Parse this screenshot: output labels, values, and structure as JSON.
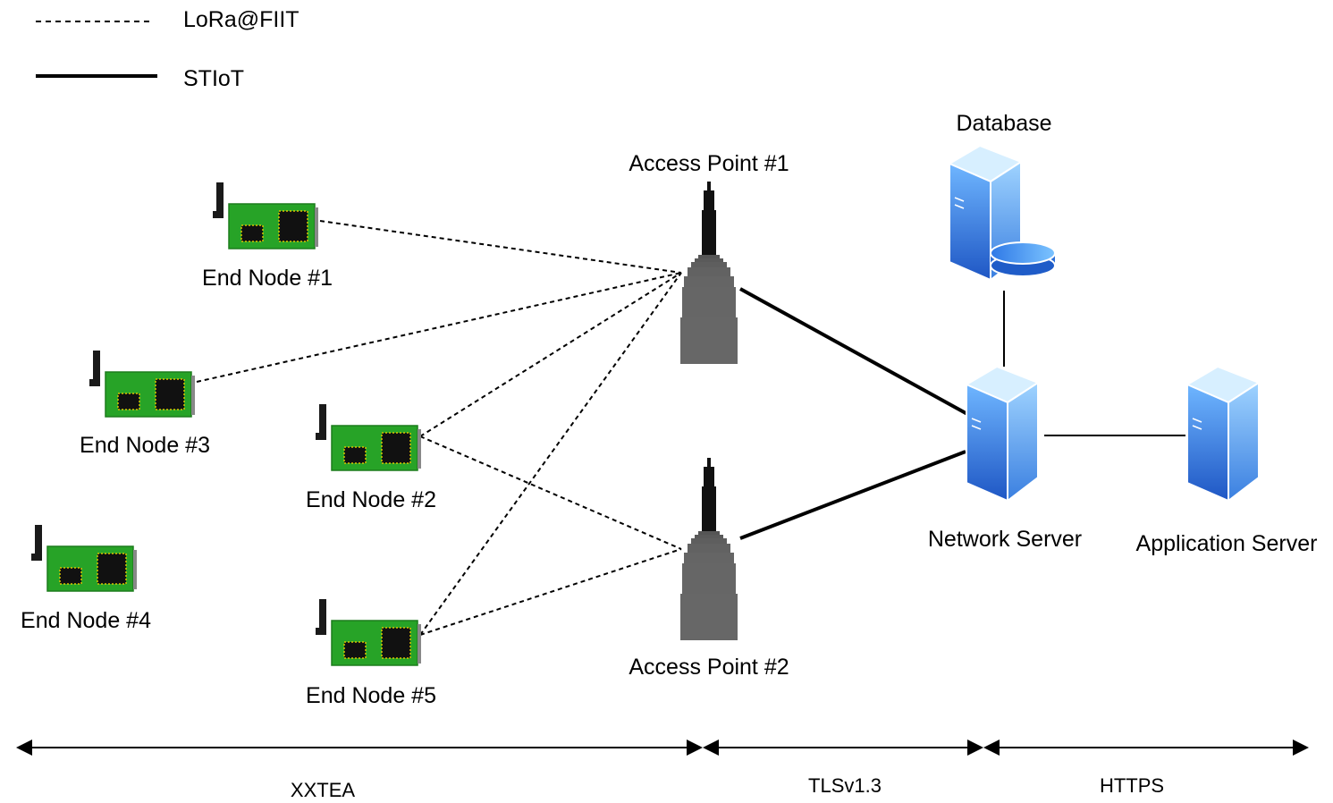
{
  "legend": {
    "dashed_label": "LoRa@FIIT",
    "solid_label": "STIoT"
  },
  "nodes": {
    "end_node_1": "End Node #1",
    "end_node_2": "End Node #2",
    "end_node_3": "End Node #3",
    "end_node_4": "End Node #4",
    "end_node_5": "End Node #5",
    "access_point_1": "Access Point #1",
    "access_point_2": "Access Point #2",
    "database": "Database",
    "network_server": "Network Server",
    "application_server": "Application Server"
  },
  "zones": {
    "xxtea": "XXTEA",
    "tls": "TLSv1.3",
    "https": "HTTPS"
  },
  "colors": {
    "board_green": "#27a327",
    "board_green_dark": "#1d7d1d",
    "chip_black": "#111111",
    "tower_grey": "#666666",
    "server_blue": "#3b8fe6",
    "server_blue_light": "#a9d6ff",
    "server_blue_dark": "#1f4fb8"
  }
}
